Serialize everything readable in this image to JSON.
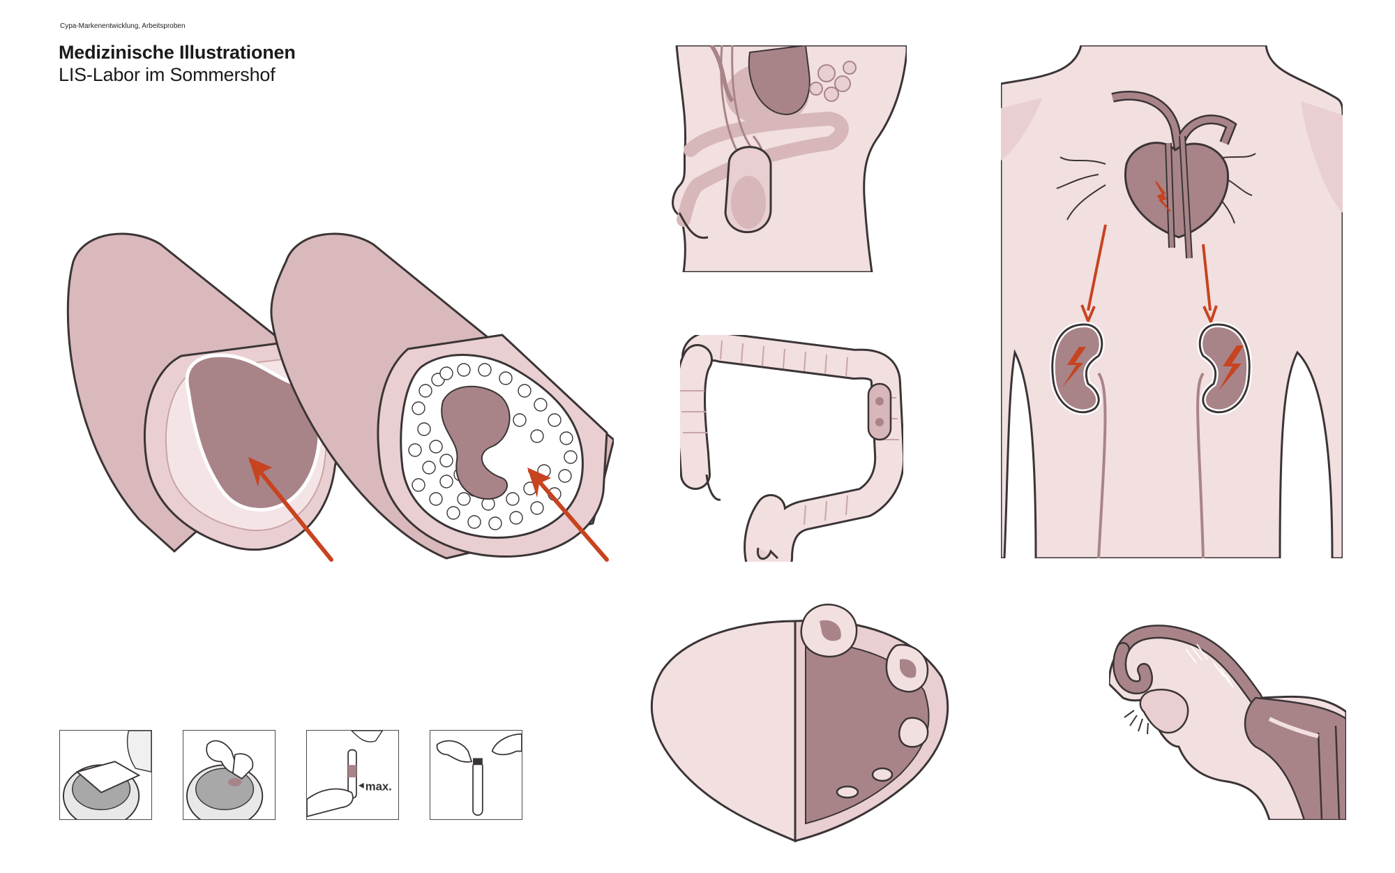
{
  "header": {
    "project": "Cypa-Markenentwicklung, Arbeitsproben",
    "title": "Medizinische Illustrationen",
    "subtitle": "LIS-Labor im Sommershof"
  },
  "sample_steps": {
    "tube_label": "max."
  },
  "colors": {
    "skin_light": "#f2dfe0",
    "skin_mid": "#d7b7b9",
    "tissue_dark": "#a88489",
    "outline": "#3b3436",
    "accent_red": "#c8431f"
  }
}
